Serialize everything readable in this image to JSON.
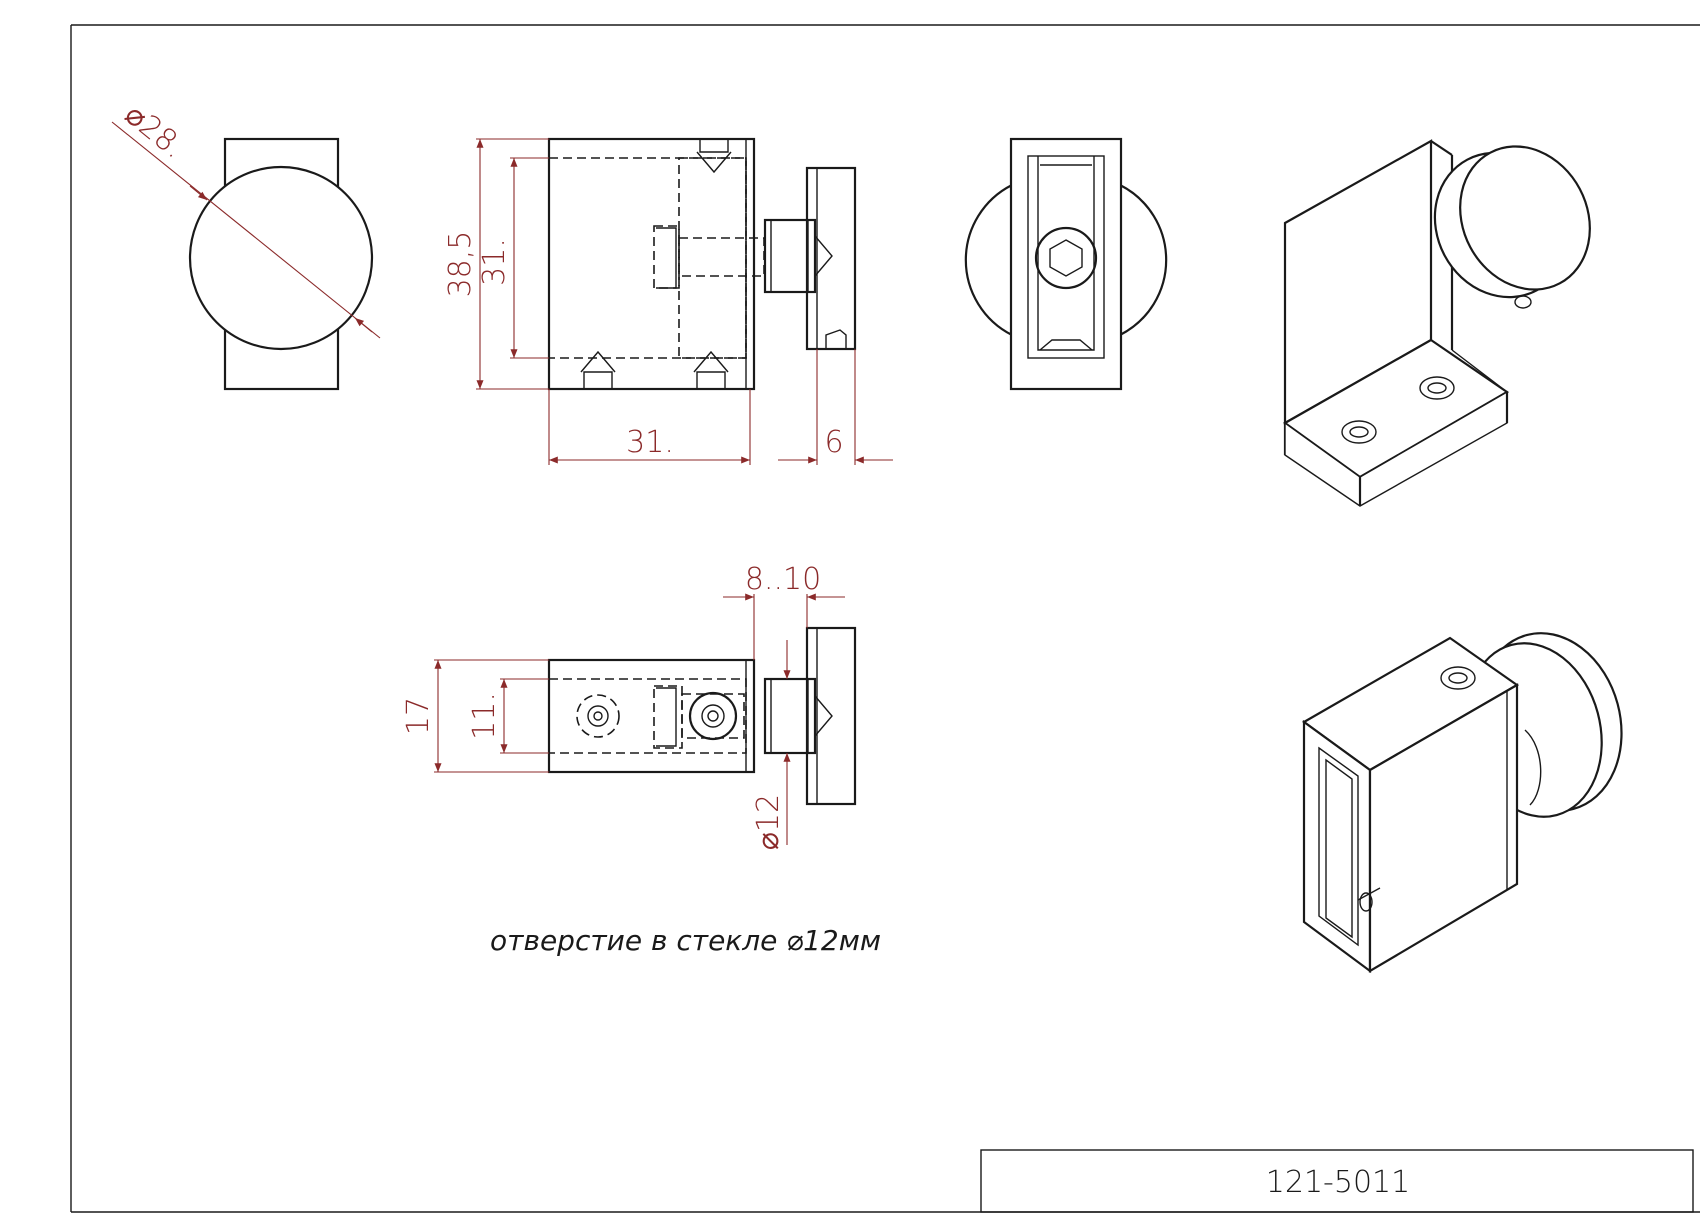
{
  "dimensions": {
    "diameter_28": "⌀28.",
    "height_38_5": "38,5",
    "height_31": "31.",
    "width_31": "31.",
    "plate_6": "6",
    "glass_8_10": "8..10",
    "height_17": "17",
    "height_11": "11.",
    "hole_12": "⌀12"
  },
  "note": "отверстие в стекле ⌀12мм",
  "title_block": {
    "code": "121-5011"
  }
}
